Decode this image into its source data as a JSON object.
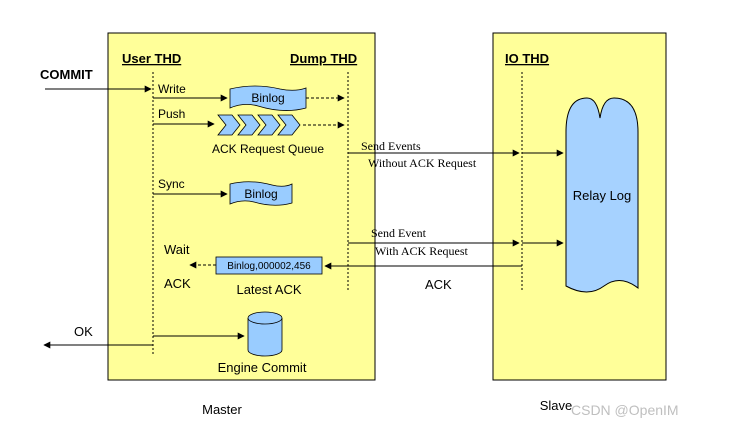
{
  "incoming": {
    "commit": "COMMIT",
    "ok": "OK"
  },
  "master": {
    "label": "Master",
    "user_thd": "User THD",
    "dump_thd": "Dump THD",
    "steps": {
      "write": "Write",
      "push": "Push",
      "sync": "Sync",
      "wait": "Wait",
      "ack": "ACK"
    },
    "binlog_write": "Binlog",
    "binlog_sync": "Binlog",
    "ack_queue_label": "ACK Request Queue",
    "latest_ack_value": "Binlog,000002,456",
    "latest_ack_label": "Latest ACK",
    "engine_commit": "Engine Commit"
  },
  "slave": {
    "label": "Slave",
    "io_thd": "IO THD",
    "relay_log": "Relay Log"
  },
  "messages": {
    "send_events_1": "Send Events",
    "send_events_2": "Without ACK Request",
    "send_event_1": "Send Event",
    "send_event_2": "With ACK Request",
    "ack": "ACK"
  },
  "watermark": "CSDN @OpenIM",
  "colors": {
    "panel_fill": "#ffff99",
    "binlog_fill": "#99ccff",
    "relay_fill": "#a6d2ff",
    "stroke": "#000000"
  }
}
